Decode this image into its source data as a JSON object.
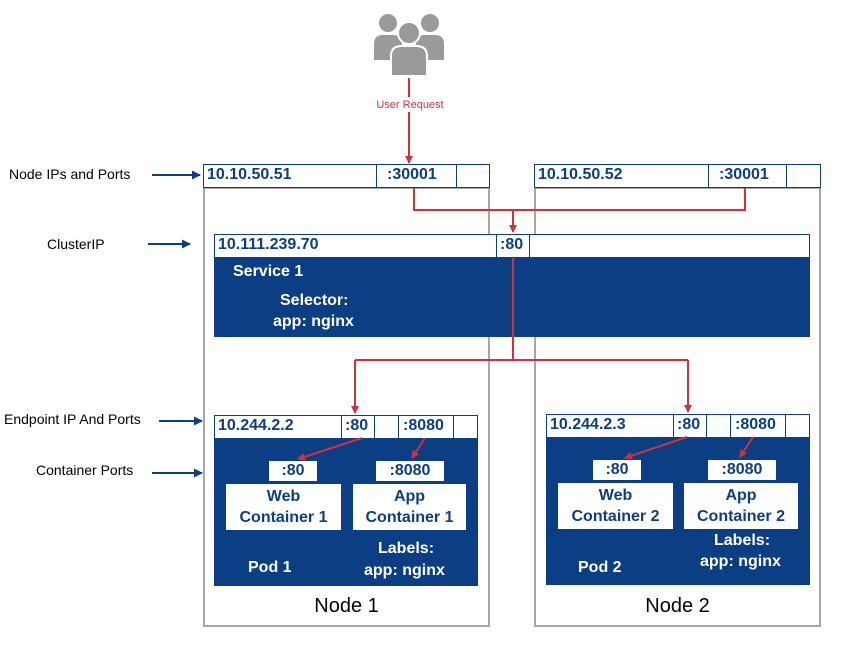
{
  "user": {
    "icon": "users-group-icon",
    "request_label": "User Request"
  },
  "side_labels": {
    "node_ips": "Node IPs and Ports",
    "cluster_ip": "ClusterIP",
    "endpoint": "Endpoint IP And Ports",
    "container_ports": "Container Ports"
  },
  "node1": {
    "label": "Node 1",
    "ip": "10.10.50.51",
    "port": ":30001"
  },
  "node2": {
    "label": "Node 2",
    "ip": "10.10.50.52",
    "port": ":30001"
  },
  "service": {
    "cluster_ip": "10.111.239.70",
    "port": ":80",
    "name": "Service 1",
    "selector_label": "Selector:",
    "selector_value": "app: nginx"
  },
  "pod1": {
    "ip": "10.244.2.2",
    "port1": ":80",
    "port2": ":8080",
    "web_port": ":80",
    "web_name1": "Web",
    "web_name2": "Container 1",
    "app_port": ":8080",
    "app_name1": "App",
    "app_name2": "Container 1",
    "name": "Pod 1",
    "labels_title": "Labels:",
    "labels_value": "app: nginx"
  },
  "pod2": {
    "ip": "10.244.2.3",
    "port1": ":80",
    "port2": ":8080",
    "web_port": ":80",
    "web_name1": "Web",
    "web_name2": "Container 2",
    "app_port": ":8080",
    "app_name1": "App",
    "app_name2": "Container 2",
    "name": "Pod 2",
    "labels_title": "Labels:",
    "labels_value": "app: nginx"
  },
  "colors": {
    "blue": "#0b3e82",
    "red": "#d0313d",
    "gray": "#a6a6a6"
  }
}
